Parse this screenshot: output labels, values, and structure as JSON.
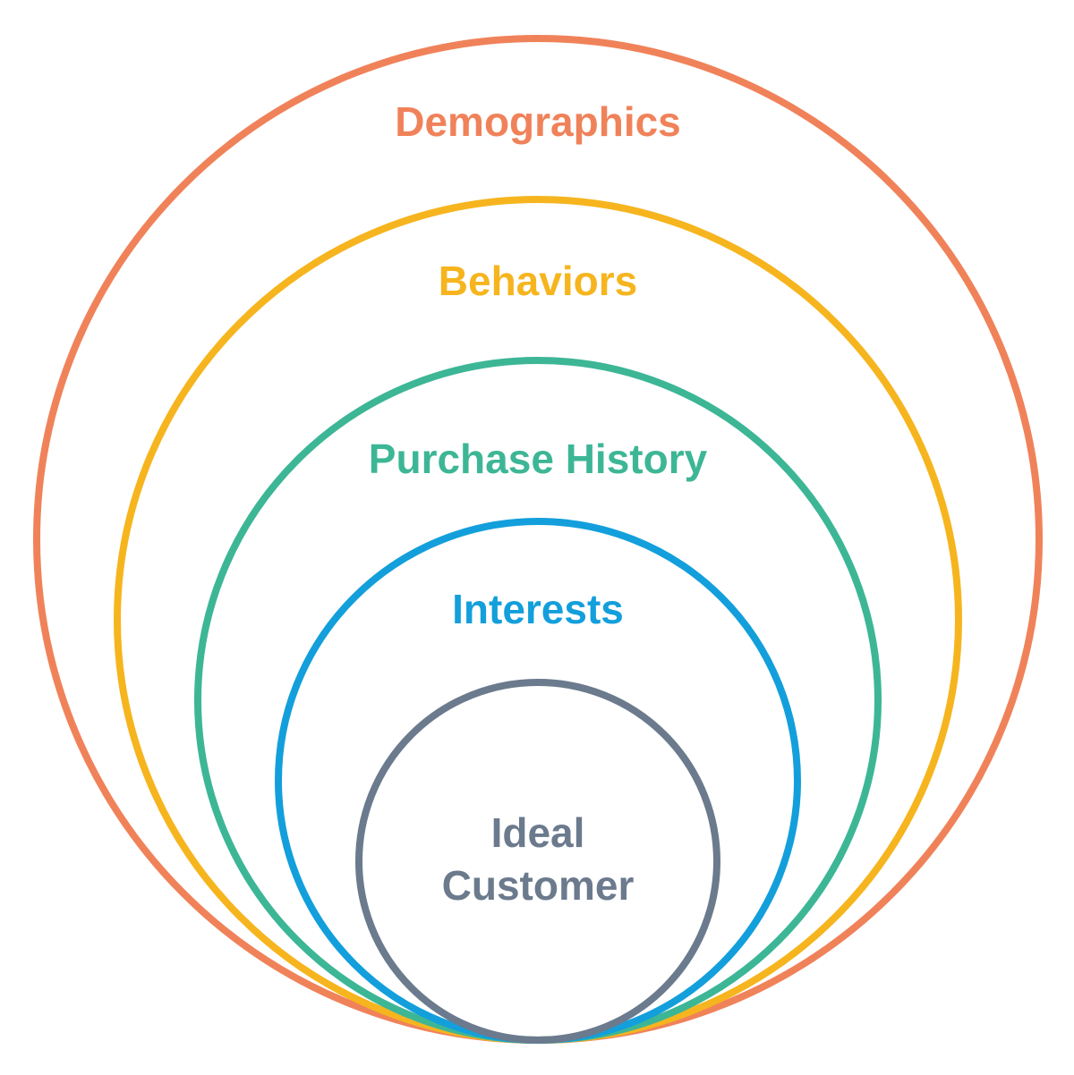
{
  "diagram": {
    "rings": [
      {
        "label": "Demographics",
        "color": "#F0825A"
      },
      {
        "label": "Behaviors",
        "color": "#F6B51E"
      },
      {
        "label": "Purchase History",
        "color": "#3DB696"
      },
      {
        "label": "Interests",
        "color": "#139FDB"
      }
    ],
    "core": {
      "line1": "Ideal",
      "line2": "Customer",
      "color": "#6B7A8D"
    }
  }
}
